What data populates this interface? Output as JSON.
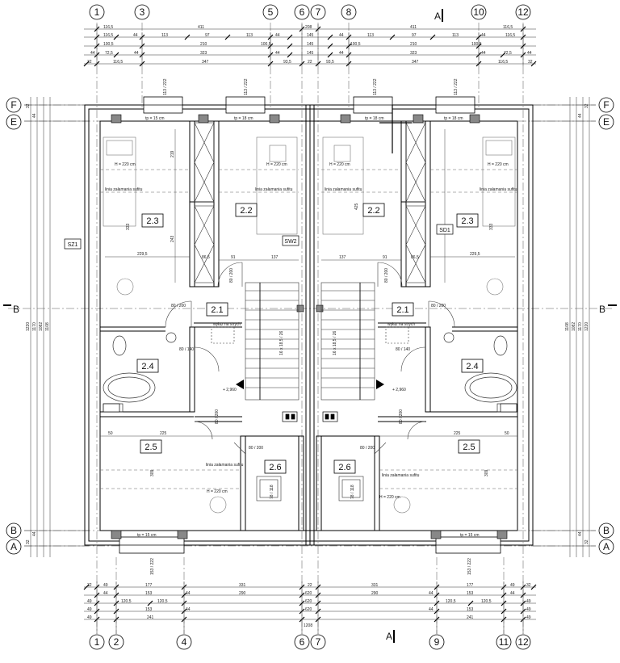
{
  "grid": {
    "top_bubbles": [
      "1",
      "3",
      "5",
      "6",
      "7",
      "8",
      "10",
      "12"
    ],
    "bottom_bubbles": [
      "1",
      "2",
      "4",
      "6",
      "7",
      "9",
      "11",
      "12"
    ],
    "left_bubbles": [
      "F",
      "E",
      "B",
      "A"
    ],
    "right_bubbles": [
      "F",
      "E",
      "B",
      "A"
    ]
  },
  "section_marks": {
    "top": "A",
    "bottom": "A",
    "left": "B",
    "right": "B"
  },
  "rooms": {
    "l23": "2.3",
    "l22": "2.2",
    "l21": "2.1",
    "l24": "2.4",
    "l25": "2.5",
    "l26": "2.6",
    "r22": "2.2",
    "r23": "2.3",
    "r21": "2.1",
    "r24": "2.4",
    "r25": "2.5",
    "r26": "2.6"
  },
  "tags": {
    "sz1": "SZ1",
    "sw2": "SW2",
    "sd1": "SD1"
  },
  "notes": {
    "ceiling_line": "linia załamania sufitu",
    "height_220": "H = 220 cm",
    "hatch": "wyłaz na strych",
    "stair": "16 x 18,5 / 26",
    "stair2": "16 x 18,5 / 26",
    "level": "+ 2,960",
    "level_r": "+ 2,960",
    "thickness_15": "tp = 15 cm",
    "thickness_18": "tp = 18 cm"
  },
  "doors": {
    "d80_200": "80 / 200",
    "d80_140": "80 / 140",
    "win_113_222": "113 / 222",
    "win_153_222": "153 / 222",
    "win_78_118": "78 / 118"
  },
  "dims_top": {
    "row1": [
      "116,5",
      "411",
      "208",
      "411",
      "116,5"
    ],
    "row2": [
      "116,5",
      "44",
      "113",
      "97",
      "113",
      "44",
      "145",
      "44",
      "113",
      "97",
      "113",
      "44",
      "116,5"
    ],
    "row3": [
      "100,5",
      "210",
      "100,5",
      "145",
      "100,5",
      "210",
      "100,5"
    ],
    "row4": [
      "44",
      "72,5",
      "44",
      "323",
      "44",
      "145",
      "44",
      "323",
      "44",
      "72,5",
      "44"
    ],
    "row5": [
      "32",
      "116,5",
      "347",
      "93,5",
      "22",
      "93,5",
      "347",
      "116,5",
      "32"
    ]
  },
  "dims_bottom": {
    "row1": [
      "32",
      "49",
      "177",
      "331",
      "22",
      "331",
      "177",
      "49",
      "32"
    ],
    "row2": [
      "44",
      "153",
      "44",
      "290",
      "620",
      "290",
      "44",
      "153",
      "44"
    ],
    "row3": [
      "49",
      "120,5",
      "120,5",
      "620",
      "120,5",
      "120,5",
      "49"
    ],
    "row4": [
      "49",
      "153",
      "44",
      "620",
      "44",
      "153",
      "49"
    ],
    "row5": [
      "49",
      "241",
      "1208",
      "241",
      "49"
    ]
  },
  "dims_side": {
    "left": [
      "1220",
      "1170",
      "1082",
      "1108",
      "32",
      "44",
      "44",
      "32"
    ],
    "right": [
      "1108",
      "1082",
      "1170",
      "1220",
      "32",
      "44",
      "44",
      "32"
    ]
  },
  "interior_dims": {
    "d219": "219",
    "d243": "243",
    "d229_5": "229,5",
    "d86_5": "86,5",
    "d137": "137",
    "d91": "91",
    "d50": "50",
    "d225": "225",
    "d309": "309",
    "d425": "425",
    "d333": "333"
  }
}
